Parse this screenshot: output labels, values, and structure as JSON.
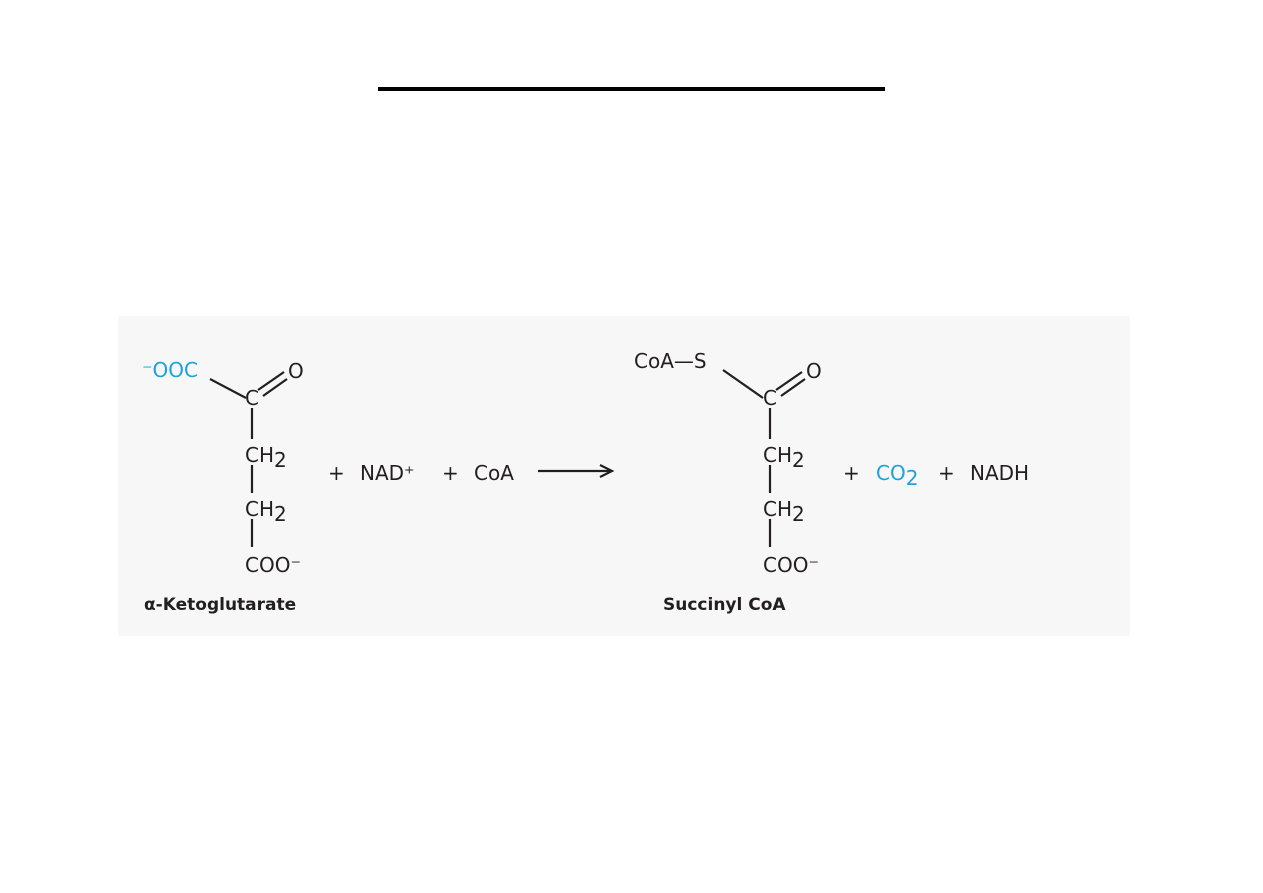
{
  "reaction": {
    "substrate": {
      "carboxylate_top": "⁻OOC",
      "carbonyl_carbon": "C",
      "carbonyl_oxygen": "O",
      "ch2_1": "CH",
      "ch2_2": "CH",
      "ch2_sub": "2",
      "carboxylate_bottom": "COO⁻",
      "name": "α-Ketoglutarate"
    },
    "reactants": {
      "plus1": "+",
      "nad": "NAD⁺",
      "plus2": "+",
      "coa": "CoA"
    },
    "product": {
      "thioester": "CoA—S",
      "carbonyl_carbon": "C",
      "carbonyl_oxygen": "O",
      "ch2_1": "CH",
      "ch2_2": "CH",
      "ch2_sub": "2",
      "carboxylate_bottom": "COO⁻",
      "name": "Succinyl CoA"
    },
    "products": {
      "plus1": "+",
      "co2": "CO",
      "co2_sub": "2",
      "plus2": "+",
      "nadh": "NADH"
    }
  },
  "colors": {
    "highlight": "#1aa3dd",
    "text": "#231f20",
    "panel": "#f7f7f7"
  }
}
